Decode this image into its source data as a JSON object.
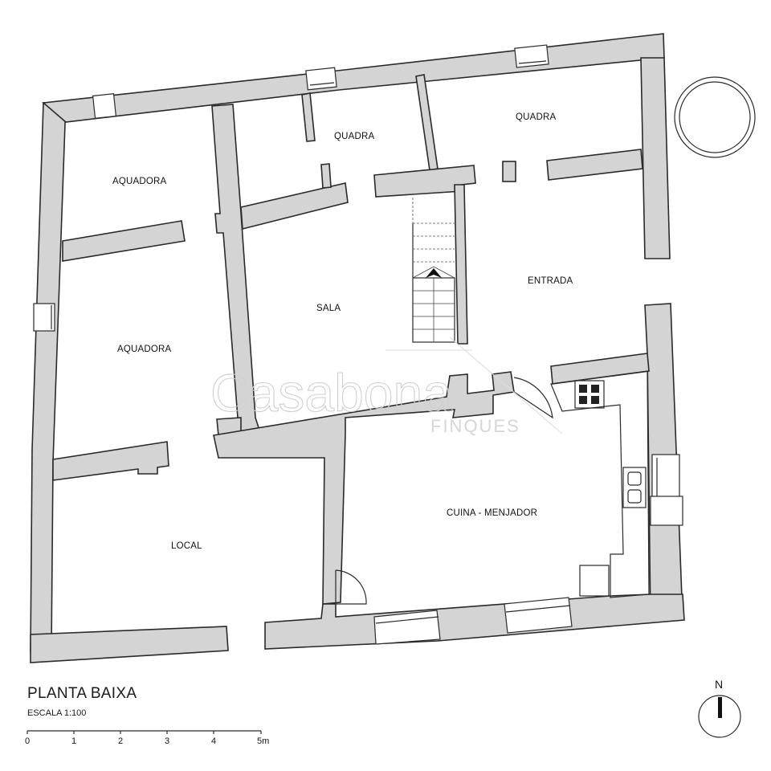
{
  "plan": {
    "title": "PLANTA BAIXA",
    "scale_text": "ESCALA 1:100",
    "scale_ticks": [
      "0",
      "1",
      "2",
      "3",
      "4",
      "5m"
    ],
    "north_label": "N"
  },
  "rooms": {
    "aquadora_top": "AQUADORA",
    "aquadora_mid": "AQUADORA",
    "quadra_center": "QUADRA",
    "quadra_right": "QUADRA",
    "sala": "SALA",
    "entrada": "ENTRADA",
    "cuina": "CUINA - MENJADOR",
    "local": "LOCAL"
  },
  "watermark": {
    "brand": "Casabona",
    "sub": "FINQUES"
  }
}
